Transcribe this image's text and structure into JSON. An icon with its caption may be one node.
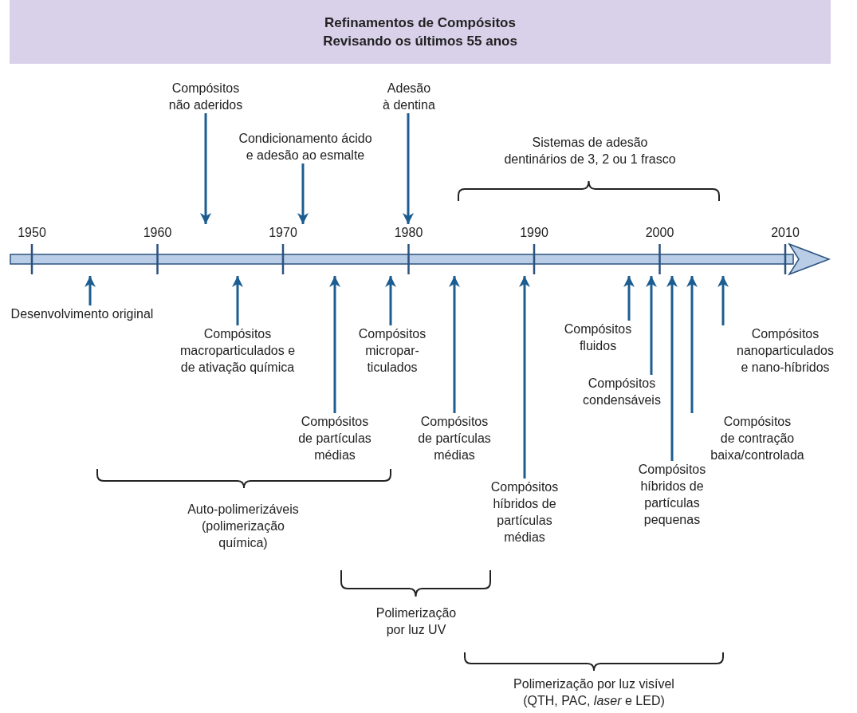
{
  "diagram": {
    "nodes": [
      {
        "text": [
          "Refinamentos de Compósitos",
          "Revisando os últimos 55 anos"
        ]
      },
      {
        "text": [],
        "shape": "arrow",
        "beside": [
          "1950",
          "1960",
          "1970",
          "1980",
          "1990",
          "2000",
          "2010"
        ]
      },
      {
        "text": [
          "Compósitos não aderidos"
        ]
      },
      {
        "text": [
          "Condicionamento ácido e adesão ao esmalte"
        ]
      },
      {
        "text": [
          "Adesão à dentina"
        ]
      },
      {
        "text": [
          "Desenvolvimento original"
        ]
      },
      {
        "text": [
          "Compósitos macroparticulados e de ativação química"
        ]
      },
      {
        "text": [
          "Compósitos de partículas médias"
        ]
      },
      {
        "text": [
          "Compósitos micropar- ticulados"
        ]
      },
      {
        "text": [
          "Compósitos de partículas médias"
        ]
      },
      {
        "text": [
          "Compósitos híbridos de partículas médias"
        ]
      },
      {
        "text": [
          "Compósitos fluidos"
        ]
      },
      {
        "text": [
          "Compósitos condensáveis"
        ]
      },
      {
        "text": [
          "Compósitos híbridos de partículas pequenas"
        ]
      },
      {
        "text": [
          "Compósitos de contração baixa/controlada"
        ]
      },
      {
        "text": [
          "Compósitos nanoparticulados e nano-híbridos"
        ]
      }
    ],
    "edges": [
      {
        "from": 2,
        "to": 1,
        "arrow": "to"
      },
      {
        "from": 3,
        "to": 1,
        "arrow": "to"
      },
      {
        "from": 4,
        "to": 1,
        "arrow": "to"
      },
      {
        "from": 5,
        "to": 1,
        "arrow": "to"
      },
      {
        "from": 6,
        "to": 1,
        "arrow": "to"
      },
      {
        "from": 7,
        "to": 1,
        "arrow": "to"
      },
      {
        "from": 8,
        "to": 1,
        "arrow": "to"
      },
      {
        "from": 9,
        "to": 1,
        "arrow": "to"
      },
      {
        "from": 10,
        "to": 1,
        "arrow": "to"
      },
      {
        "from": 11,
        "to": 1,
        "arrow": "to"
      },
      {
        "from": 12,
        "to": 1,
        "arrow": "to"
      },
      {
        "from": 13,
        "to": 1,
        "arrow": "to"
      },
      {
        "from": 14,
        "to": 1,
        "arrow": "to"
      },
      {
        "from": 15,
        "to": 1,
        "arrow": "to"
      }
    ],
    "labels": [
      "Sistemas de adesão dentinários de 3, 2 ou 1 frasco",
      "Auto-polimerizáveis (polimerização química)",
      "Polimerização por luz UV",
      "Polimerização por luz visível (QTH, PAC, *laser* e LED)"
    ]
  }
}
